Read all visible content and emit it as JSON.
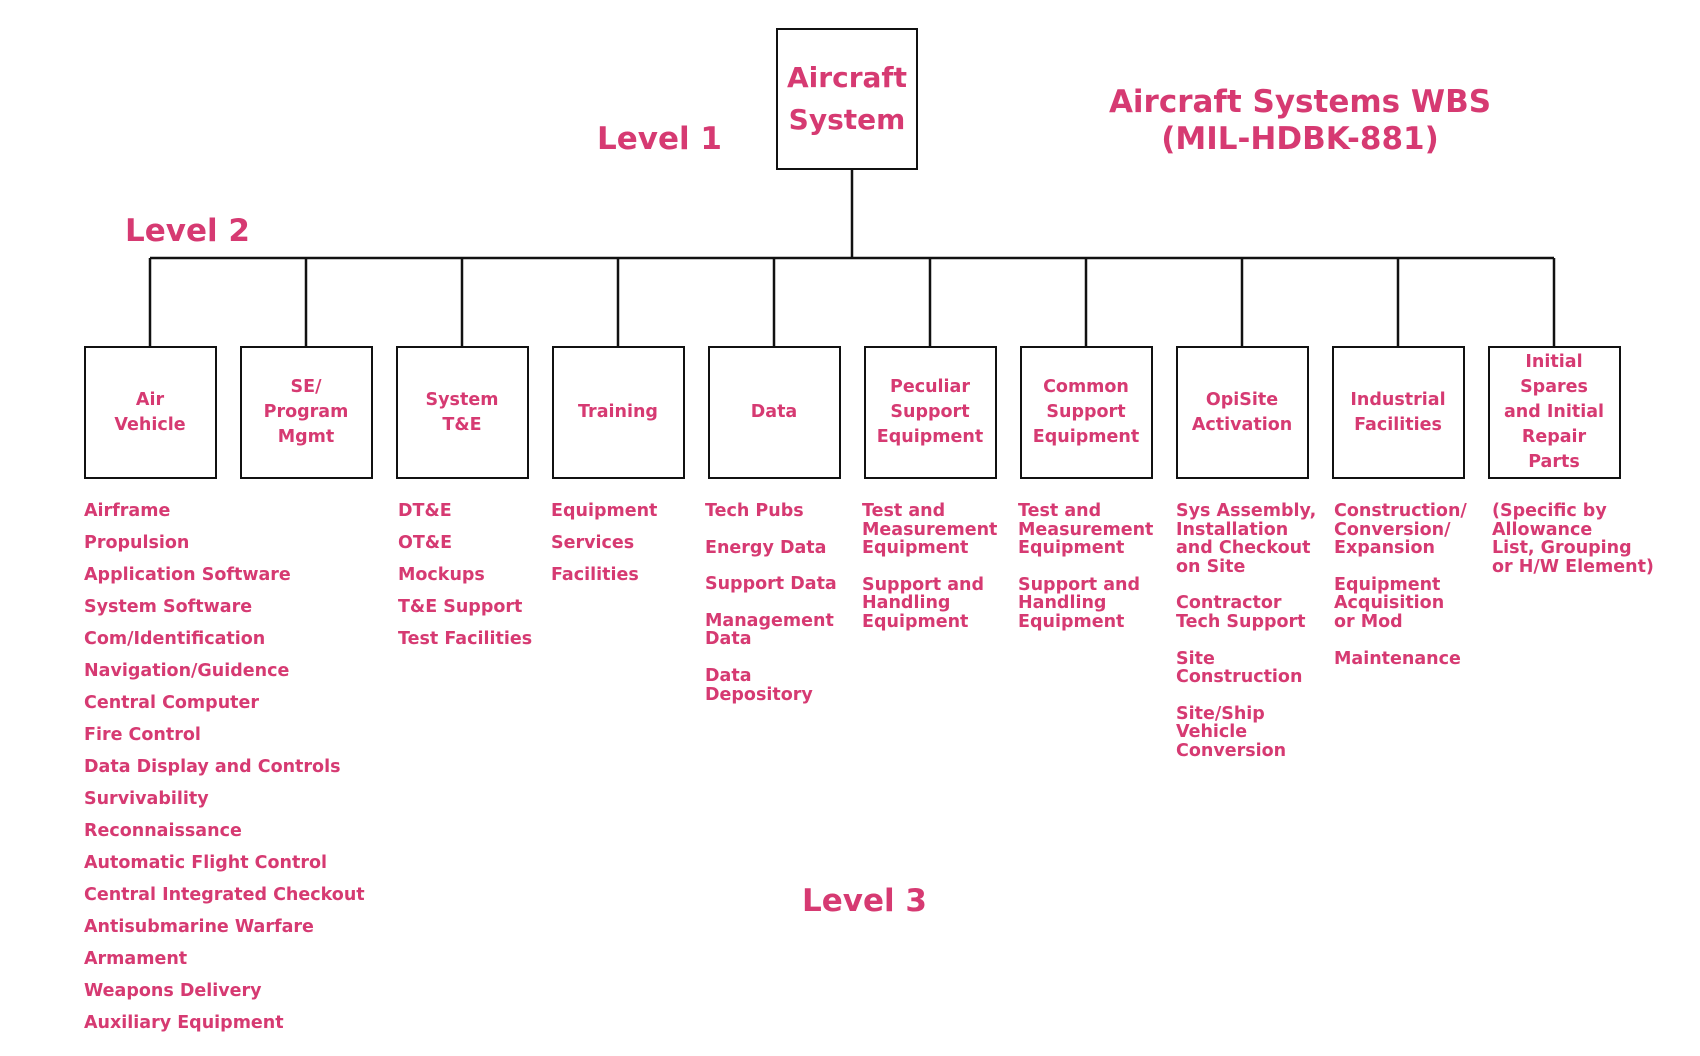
{
  "title": {
    "line1": "Aircraft Systems WBS",
    "line2": "(MIL-HDBK-881)"
  },
  "levels": {
    "level1": "Level 1",
    "level2": "Level 2",
    "level3": "Level 3"
  },
  "colors": {
    "text": "#d63a72",
    "lines": "#111111",
    "background": "#ffffff"
  },
  "root": {
    "label": "Aircraft\nSystem"
  },
  "elements": [
    {
      "label": "Air\nVehicle",
      "items": [
        "Airframe",
        "Propulsion",
        "Application Software",
        "System Software",
        "Com/Identification",
        "Navigation/Guidence",
        "Central Computer",
        "Fire Control",
        "Data Display and Controls",
        "Survivability",
        "Reconnaissance",
        "Automatic Flight Control",
        "Central Integrated Checkout",
        "Antisubmarine Warfare",
        "Armament",
        "Weapons Delivery",
        "Auxiliary Equipment"
      ]
    },
    {
      "label": "SE/\nProgram\nMgmt",
      "items": []
    },
    {
      "label": "System\nT&E",
      "items": [
        "DT&E",
        "OT&E",
        "Mockups",
        "T&E Support",
        "Test Facilities"
      ]
    },
    {
      "label": "Training",
      "items": [
        "Equipment",
        "Services",
        "Facilities"
      ]
    },
    {
      "label": "Data",
      "items": [
        "Tech Pubs",
        "Energy Data",
        "Support Data",
        "Management\nData",
        "Data\nDepository"
      ]
    },
    {
      "label": "Peculiar\nSupport\nEquipment",
      "items": [
        "Test and\nMeasurement\nEquipment",
        "Support and\nHandling\nEquipment"
      ]
    },
    {
      "label": "Common\nSupport\nEquipment",
      "items": [
        "Test and\nMeasurement\nEquipment",
        "Support and\nHandling\nEquipment"
      ]
    },
    {
      "label": "OpiSite\nActivation",
      "items": [
        "Sys Assembly,\nInstallation\nand  Checkout\non Site",
        "Contractor\nTech Support",
        "Site\nConstruction",
        "Site/Ship\nVehicle\nConversion"
      ]
    },
    {
      "label": "Industrial\nFacilities",
      "items": [
        "Construction/\nConversion/\nExpansion",
        "Equipment\nAcquisition\nor Mod",
        "Maintenance"
      ]
    },
    {
      "label": "Initial Spares\nand Initial\nRepair Parts",
      "items": [
        "(Specific by\nAllowance\nList, Grouping\nor H/W Element)"
      ]
    }
  ]
}
